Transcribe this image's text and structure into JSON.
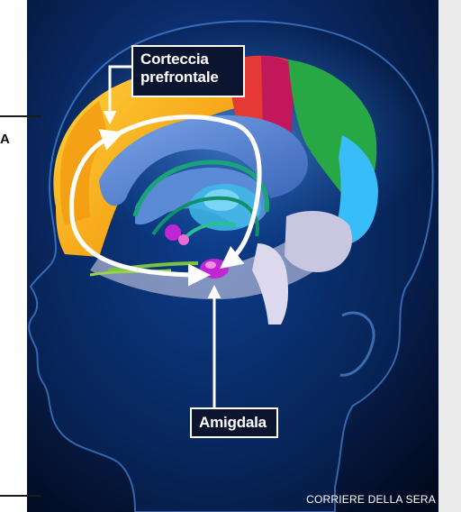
{
  "labels": {
    "prefrontal_cortex_line1": "Corteccia",
    "prefrontal_cortex_line2": "prefrontale",
    "amygdala": "Amigdala"
  },
  "left_margin_letter": "A",
  "credit": "CORRIERE DELLA SERA",
  "colors": {
    "background": "#05112e",
    "head_glow": "#1f6fd6",
    "frontal_lobe": "#f4b400",
    "parietal_red": "#e53935",
    "parietal_magenta": "#c2185b",
    "parietal_green": "#27a844",
    "occipital_cyan": "#38bdf8",
    "limbic_blue": "#4a7fd0",
    "limbic_pathways": "#1aa37a",
    "amygdala": "#c026d3",
    "brainstem": "#dcd8ee",
    "arrows": "#ffffff"
  }
}
